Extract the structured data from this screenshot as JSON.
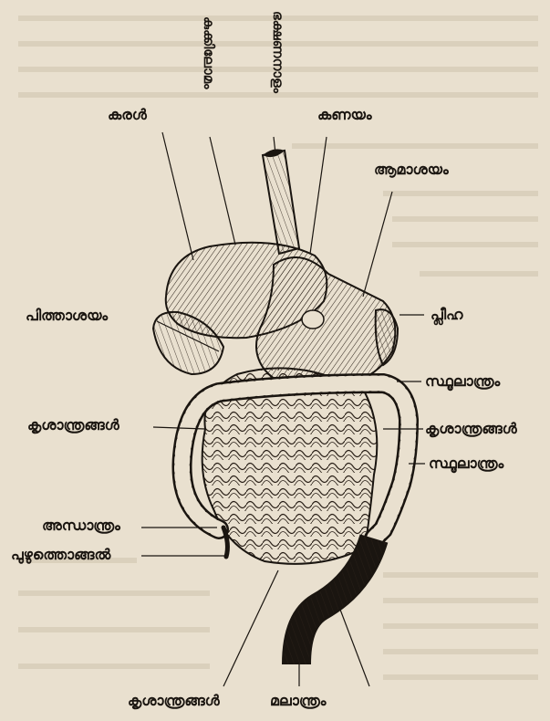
{
  "labels": {
    "liver": "കരൾ",
    "pancreas": "കുക്കിലോമം",
    "esophagus": "ഭക്ഷണനാളം",
    "cardia": "കണയം",
    "stomach": "ആമാശയം",
    "gallbladder": "പിത്താശയം",
    "spleen": "പ്ലീഹ",
    "large_intestine_top": "സ്ഥൂലാന്ത്രം",
    "small_intestine_left": "കൃശാന്ത്രങ്ങൾ",
    "small_intestine_right": "കൃശാന്ത്രങ്ങൾ",
    "large_intestine_right": "സ്ഥൂലാന്ത്രം",
    "caecum": "അന്ധാന്ത്രം",
    "appendix": "പുഴുത്തൊങ്ങൽ",
    "small_intestine_bottom": "കൃശാന്ത്രങ്ങൾ",
    "rectum": "മലാന്ത്രം"
  },
  "colors": {
    "ink": "#1a1510",
    "paper": "#e9e0cf"
  }
}
